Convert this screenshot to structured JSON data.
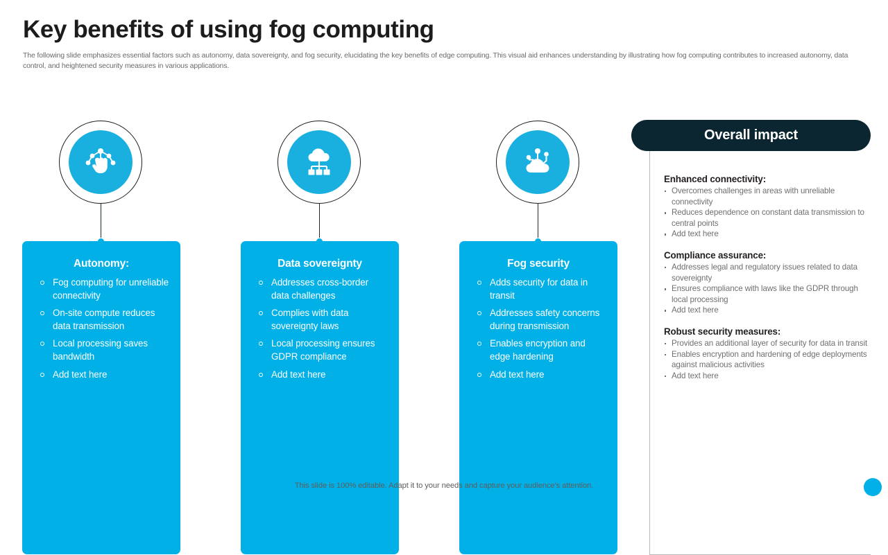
{
  "header": {
    "title": "Key benefits of using fog computing",
    "subtitle": "The following slide emphasizes essential factors such as autonomy, data sovereignty, and fog security, elucidating the key benefits of edge computing. This visual aid enhances understanding by illustrating how fog computing contributes to increased autonomy, data control, and heightened security measures in various applications."
  },
  "colors": {
    "card_blue": "#00b0e6",
    "icon_blue": "#19b0e0",
    "panel_dark": "#0b2630",
    "title_dark": "#1c1c1c",
    "body_gray": "#6f6f6f"
  },
  "columns": [
    {
      "icon": "fist-network-icon",
      "title": "Autonomy:",
      "bullets": [
        "Fog computing for unreliable connectivity",
        "On-site compute reduces data transmission",
        "Local processing saves bandwidth",
        "Add text here"
      ]
    },
    {
      "icon": "cloud-nodes-icon",
      "title": "Data sovereignty",
      "bullets": [
        "Addresses cross-border data challenges",
        "Complies with data sovereignty laws",
        "Local processing ensures GDPR compliance",
        "Add text here"
      ]
    },
    {
      "icon": "fog-antenna-icon",
      "title": "Fog security",
      "bullets": [
        "Adds security for data in transit",
        "Addresses safety concerns during transmission",
        "Enables encryption and edge hardening",
        "Add text here"
      ]
    }
  ],
  "impact": {
    "heading": "Overall impact",
    "groups": [
      {
        "title": "Enhanced connectivity:",
        "bullets": [
          "Overcomes challenges in areas with unreliable connectivity",
          "Reduces dependence on constant data transmission to central points",
          "Add text here"
        ]
      },
      {
        "title": "Compliance assurance:",
        "bullets": [
          "Addresses legal and regulatory issues related to data sovereignty",
          "Ensures compliance with laws like the GDPR through local processing",
          "Add text here"
        ]
      },
      {
        "title": "Robust security measures:",
        "bullets": [
          "Provides an additional layer of security for data in transit",
          "Enables encryption and hardening of edge deployments against malicious activities",
          "Add text here"
        ]
      }
    ]
  },
  "footer": {
    "note": "This slide is 100% editable. Adapt it to your needs and capture your audience's attention."
  }
}
